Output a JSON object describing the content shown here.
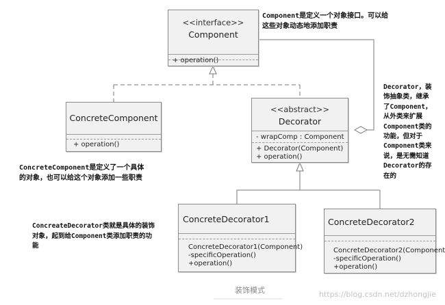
{
  "classes": {
    "component": {
      "stereotype": "<<interface>>",
      "name": "Component",
      "operations": [
        "+ operation()"
      ]
    },
    "concrete_component": {
      "name": "ConcreteComponent",
      "operations": [
        "+ operation()"
      ]
    },
    "decorator": {
      "stereotype": "<<abstract>>",
      "name": "Decorator",
      "attributes": [
        "- wrapComp : Component"
      ],
      "operations": [
        "+ Decorator(Component)",
        "+ operation()"
      ]
    },
    "concrete_decorator1": {
      "name": "ConcreteDecorator1",
      "operations": [
        "ConcreteDecorator1(Component)",
        "-specificOperation()",
        "+operation()"
      ]
    },
    "concrete_decorator2": {
      "name": "ConcreteDecorator2",
      "operations": [
        "ConcreteDecorator2(Component)",
        "-specificOperation()",
        "+operation()"
      ]
    }
  },
  "notes": {
    "component": [
      "Component是定义一个对象接口。可以给",
      "这些对象动态地添加职责"
    ],
    "decorator": [
      "Decorator，装",
      "饰抽象类，继承",
      "了Component，",
      "从外类来扩展",
      "Component类的",
      "功能，但对于",
      "Component类来",
      "说，是无需知道",
      "Decorator的存",
      "在的"
    ],
    "concrete_component": [
      "ConcreteComponent是定义了一个具体",
      "的对象，也可以给这个对象添加一些职责"
    ],
    "concrete_decorator": [
      "ConcreateDecorator类就是具体的装饰",
      "对象，起到给Component类添加职责的功",
      "能"
    ]
  },
  "caption": "装饰模式",
  "watermark": "https://blog.csdn.net/dzhongjie"
}
